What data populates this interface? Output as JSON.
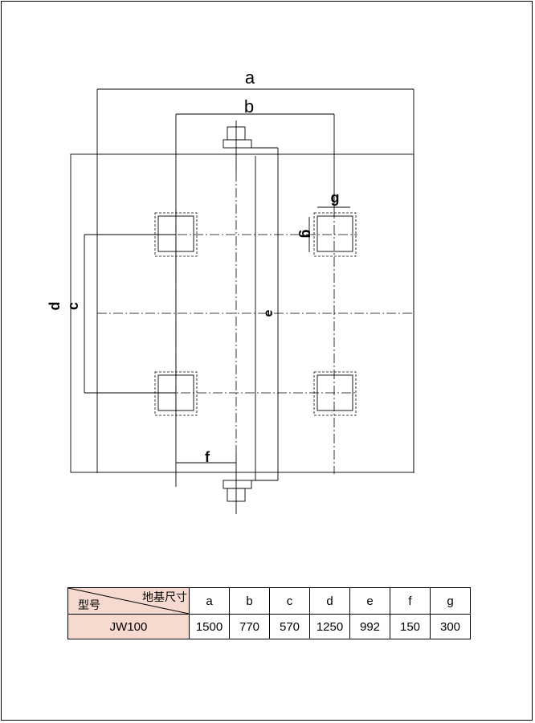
{
  "dimension_labels": {
    "a": "a",
    "b": "b",
    "c": "c",
    "d": "d",
    "e": "e",
    "f": "f",
    "g_top": "g",
    "g_side": "g"
  },
  "table": {
    "header_left_top": "地基尺寸",
    "header_left_bottom": "型号",
    "columns": [
      "a",
      "b",
      "c",
      "d",
      "e",
      "f",
      "g"
    ],
    "rows": [
      {
        "model": "JW100",
        "values": [
          "1500",
          "770",
          "570",
          "1250",
          "992",
          "150",
          "300"
        ]
      }
    ]
  },
  "colors": {
    "header_fill": "#f6d9cf",
    "line": "#000000"
  }
}
